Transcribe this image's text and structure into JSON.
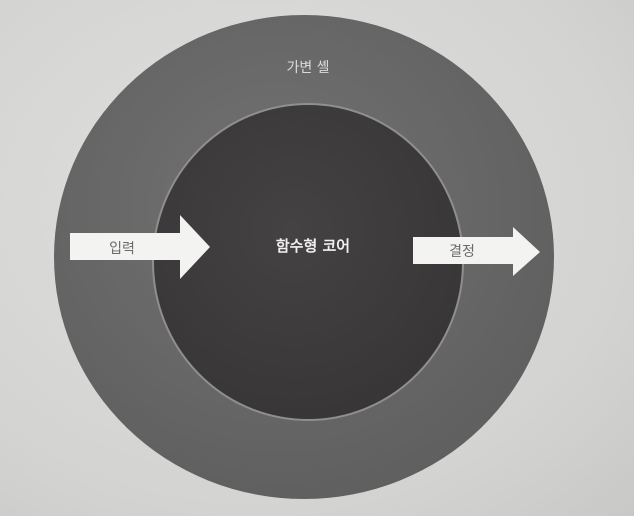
{
  "diagram": {
    "outer_ring_label": "가변 셸",
    "inner_core_label": "함수형 코어",
    "input_arrow_label": "입력",
    "output_arrow_label": "결정"
  },
  "colors": {
    "background": "#d7d7d5",
    "outer_ring": "#6a6a6a",
    "inner_core": "#3f3d3e",
    "core_border": "#9a9a9a",
    "arrow_fill": "#f2f2f0",
    "label_light": "#e8e8e6",
    "label_dark": "#6a6a6a"
  }
}
